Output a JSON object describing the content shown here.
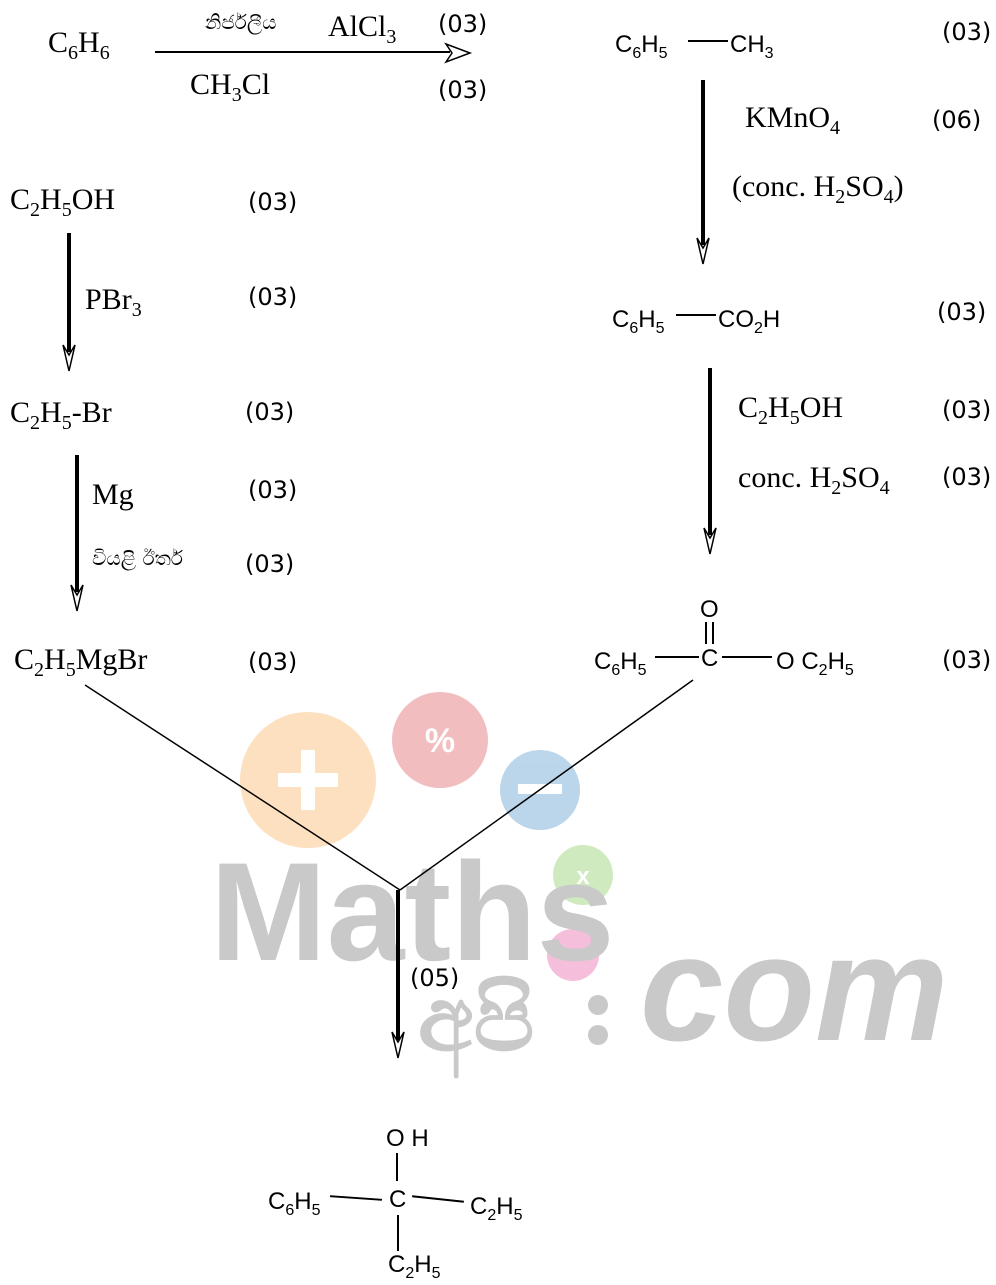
{
  "watermark": {
    "brand": "Maths",
    "suffix": "com",
    "script_text": "අපි",
    "badge_percent": "%",
    "badge_times": "x",
    "badge_equals": "="
  },
  "step_benzene": {
    "reactant": {
      "base": "C",
      "s1": "6",
      "mid": "H",
      "s2": "6"
    },
    "condition_top": {
      "sinhala": "නිර්ජලීය",
      "reagent_base": "AlCl",
      "reagent_sub": "3",
      "mark": "(03)"
    },
    "condition_bottom": {
      "reagent_base": "CH",
      "reagent_sub": "3",
      "reagent_tail": "Cl",
      "mark": "(03)"
    },
    "product": {
      "part1": "C",
      "s1": "6",
      "part2": "H",
      "s2": "5",
      "part3": "CH",
      "s3": "3",
      "mark": "(03)"
    }
  },
  "step_oxidation": {
    "reagent": {
      "base": "KMnO",
      "sub": "4",
      "mark": "(06)"
    },
    "condition": {
      "open": "(conc. H",
      "s1": "2",
      "mid": "SO",
      "s2": "4",
      "close": ")"
    },
    "product": {
      "part1": "C",
      "s1": "6",
      "part2": "H",
      "s2": "5",
      "group_a": "CO",
      "s3": "2",
      "group_b": "H",
      "mark": "(03)"
    }
  },
  "step_ester": {
    "reagent": {
      "p1": "C",
      "s1": "2",
      "p2": "H",
      "s2": "5",
      "p3": "OH",
      "mark": "(03)"
    },
    "condition": {
      "p1": "conc. H",
      "s1": "2",
      "p2": "SO",
      "s2": "4",
      "mark": "(03)"
    },
    "product": {
      "oxygen": "O",
      "carbon": "C",
      "left_a": "C",
      "ls1": "6",
      "left_b": "H",
      "ls2": "5",
      "right_a": "O C",
      "rs1": "2",
      "right_b": "H",
      "rs2": "5",
      "mark": "(03)"
    }
  },
  "step_grignard": {
    "ethanol": {
      "p1": "C",
      "s1": "2",
      "p2": "H",
      "s2": "5",
      "p3": "OH",
      "mark": "(03)"
    },
    "pbr3": {
      "p1": "PBr",
      "s1": "3",
      "mark": "(03)"
    },
    "bromide": {
      "p1": "C",
      "s1": "2",
      "p2": "H",
      "s2": "5",
      "p3": "-Br",
      "mark": "(03)"
    },
    "mg": {
      "text": "Mg",
      "mark": "(03)"
    },
    "ether": {
      "sinhala": "වියළි ඊතර්",
      "mark": "(03)"
    },
    "grignard": {
      "p1": "C",
      "s1": "2",
      "p2": "H",
      "s2": "5",
      "p3": "MgBr",
      "mark": "(03)"
    }
  },
  "final": {
    "mark": "(05)",
    "oh": "O H",
    "carbon": "C",
    "left": {
      "a": "C",
      "s1": "6",
      "b": "H",
      "s2": "5"
    },
    "right": {
      "a": "C",
      "s1": "2",
      "b": "H",
      "s2": "5"
    },
    "bottom": {
      "a": "C",
      "s1": "2",
      "b": "H",
      "s2": "5"
    }
  }
}
